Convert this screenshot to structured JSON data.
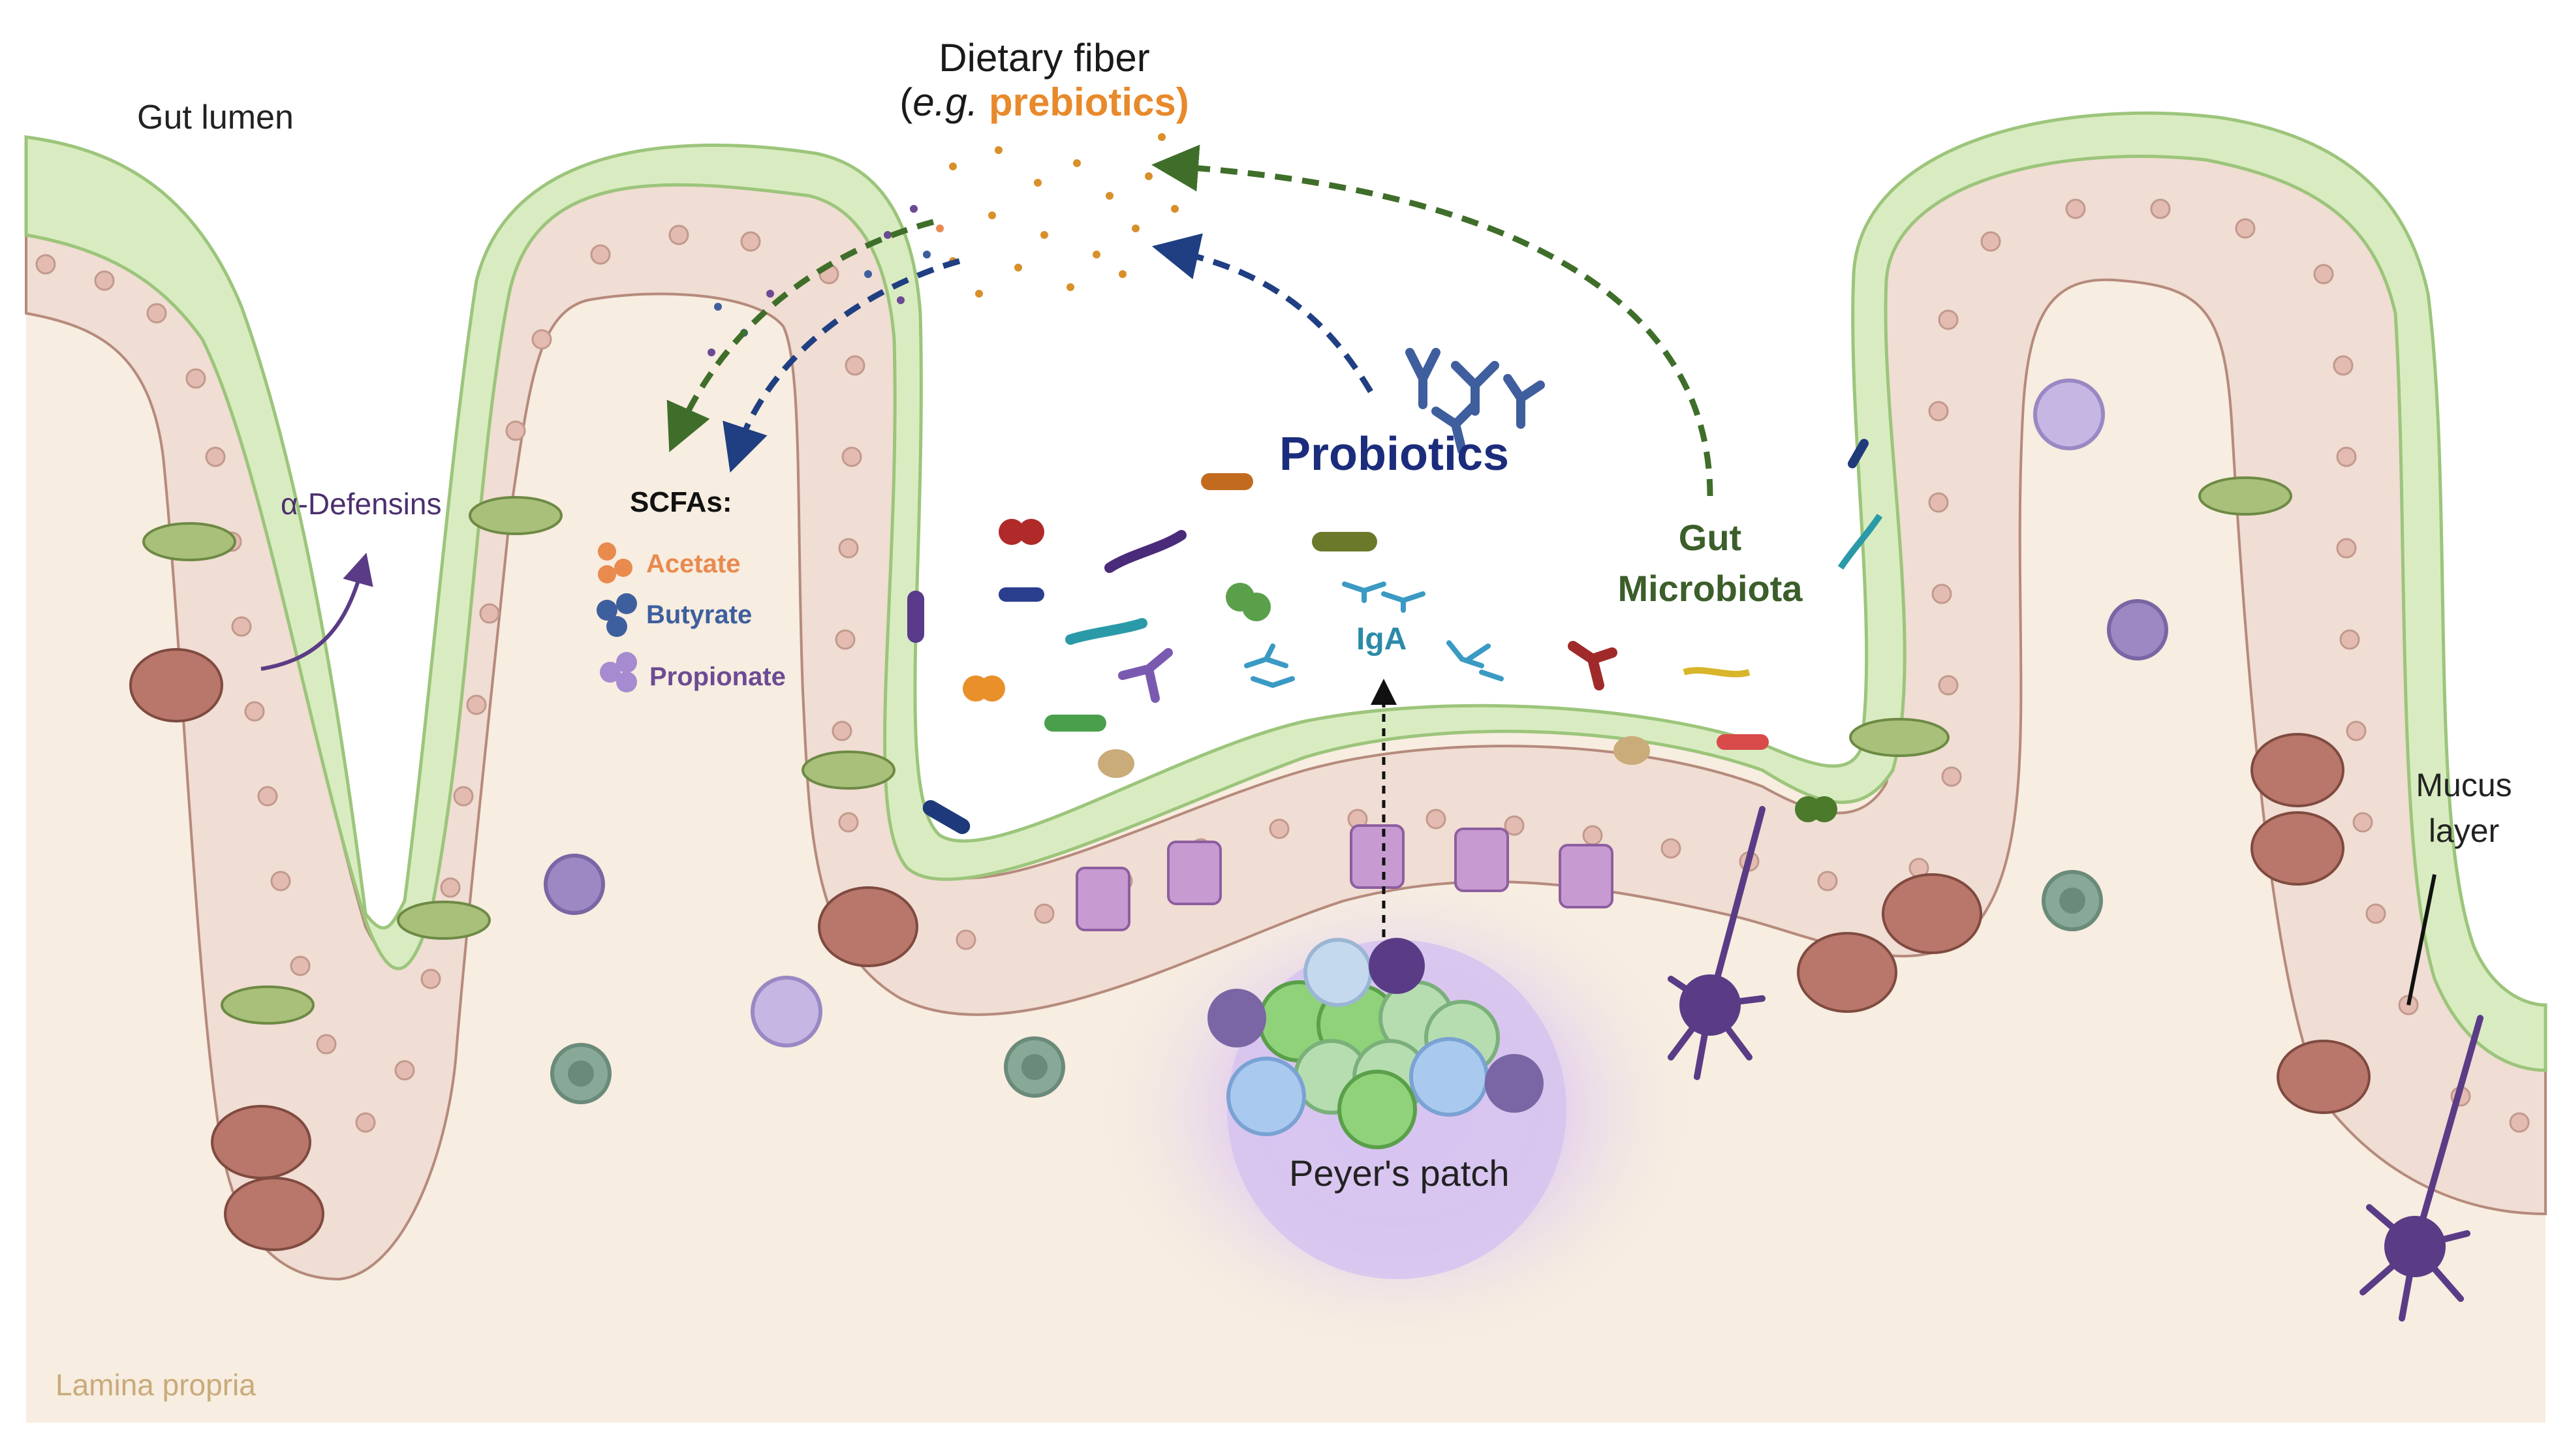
{
  "labels": {
    "gut_lumen": "Gut lumen",
    "dietary_fiber": "Dietary fiber",
    "eg_open": "(",
    "eg": "e.g.",
    "prebiotics": "prebiotics)",
    "alpha_defensins": "α-Defensins",
    "scfas": "SCFAs:",
    "acetate": "Acetate",
    "butyrate": "Butyrate",
    "propionate": "Propionate",
    "probiotics": "Probiotics",
    "gut_microbiota": "Gut Microbiota",
    "iga": "IgA",
    "peyers_patch": "Peyer's patch",
    "mucus_layer": "Mucus layer",
    "lamina_propria": "Lamina propria"
  },
  "colors": {
    "lamina_propria_bg": "#f7ede0",
    "mucus_layer": "#d9ecc1",
    "mucus_edge": "#9cc57b",
    "epithelial_cell": "#f0ddd3",
    "epithelial_nucleus": "#e4bbb0",
    "goblet_cell": "#a9c07a",
    "paneth_cell": "#b8776a",
    "m_cell": "#c79bd1",
    "dendritic_cell": "#5a3c86",
    "fiber_dots": "#d8902a",
    "scfa_dots": "#6c4b94",
    "arrow_green": "#3f6e2a",
    "arrow_blue": "#1f3f82",
    "peyers_glow": "#d8c2e8",
    "b_cell_green": "#7fc964",
    "b_cell_blue": "#a9c9ee",
    "macrophage": "#a896d0"
  }
}
